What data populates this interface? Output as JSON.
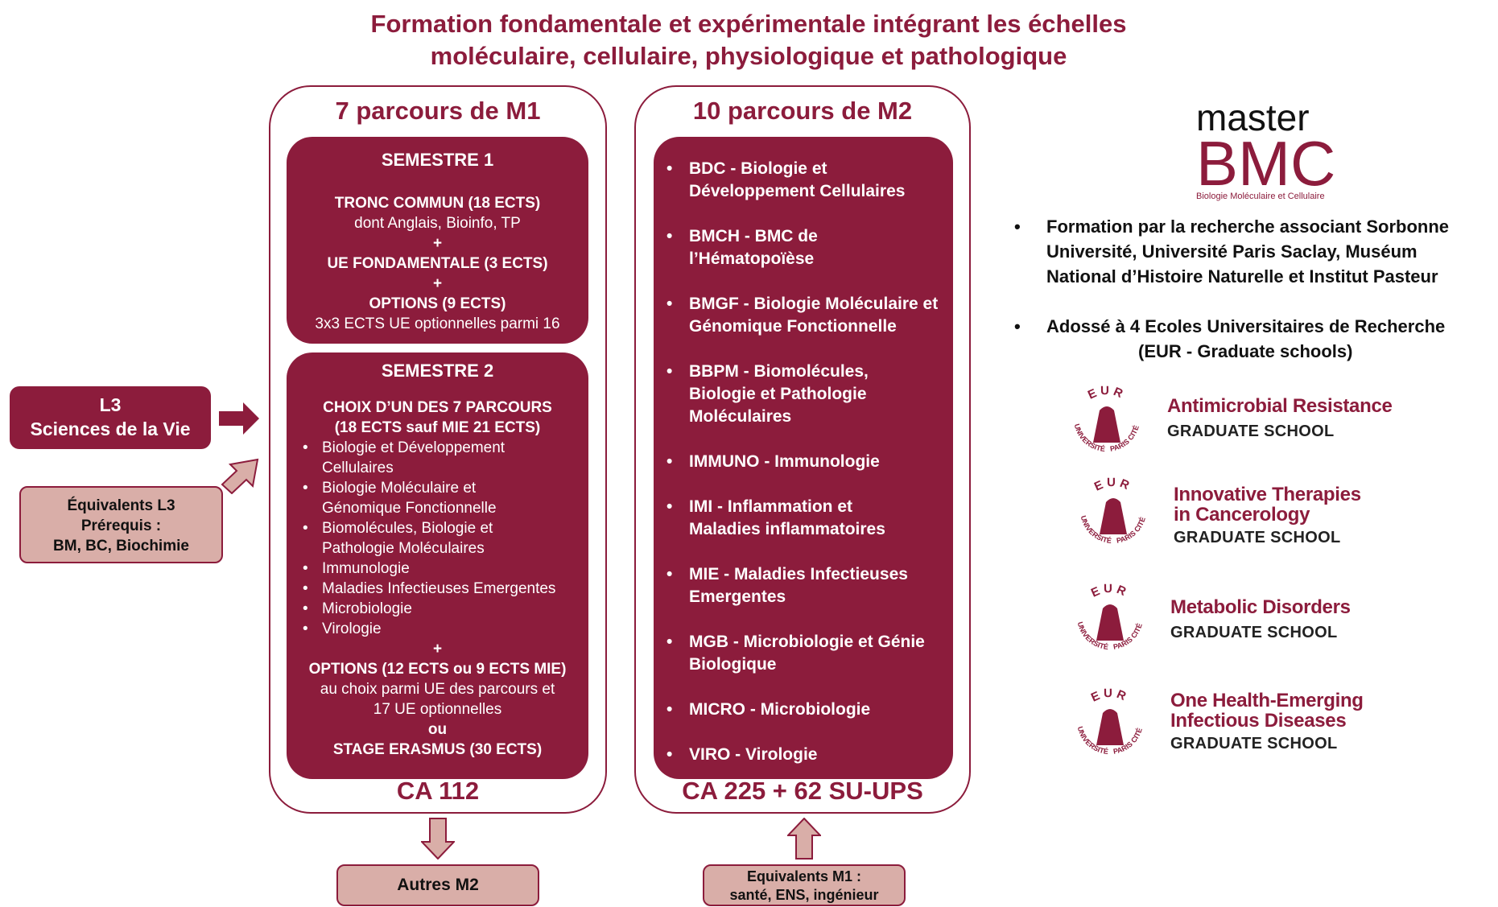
{
  "title": {
    "line1": "Formation fondamentale et expérimentale intégrant les échelles",
    "line2": "moléculaire, cellulaire, physiologique et pathologique"
  },
  "m1": {
    "heading": "7 parcours de M1",
    "footer": "CA 112",
    "semester1": {
      "title": "SEMESTRE 1",
      "lines": [
        "TRONC COMMUN (18 ECTS)",
        "dont Anglais, Bioinfo, TP",
        "+",
        "UE FONDAMENTALE (3 ECTS)",
        "+",
        "OPTIONS (9 ECTS)",
        "3x3 ECTS UE optionnelles parmi 16"
      ]
    },
    "semester2": {
      "title": "SEMESTRE 2",
      "choice_line1": "CHOIX D’UN DES 7 PARCOURS",
      "choice_line2": "(18 ECTS sauf MIE 21 ECTS)",
      "courses": [
        "Biologie et Développement Cellulaires",
        "Biologie Moléculaire et Génomique Fonctionnelle",
        "Biomolécules, Biologie et Pathologie Moléculaires",
        "Immunologie",
        "Maladies Infectieuses Emergentes",
        "Microbiologie",
        "Virologie"
      ],
      "plus": "+",
      "options_title": "OPTIONS (12 ECTS ou 9 ECTS MIE)",
      "options_line1": "au choix parmi UE des parcours et",
      "options_line2": "17 UE optionnelles",
      "or": "ou",
      "erasmus": "STAGE ERASMUS (30 ECTS)"
    }
  },
  "m2": {
    "heading": "10 parcours de M2",
    "footer": "CA 225 + 62 SU-UPS",
    "courses": [
      "BDC - Biologie et Développement Cellulaires",
      "BMCH - BMC de l’Hématopoïèse",
      "BMGF - Biologie Moléculaire et Génomique Fonctionnelle",
      "BBPM - Biomolécules, Biologie et Pathologie Moléculaires",
      "IMMUNO - Immunologie",
      "IMI - Inflammation et Maladies inflammatoires",
      "MIE - Maladies Infectieuses Emergentes",
      "MGB - Microbiologie et Génie Biologique",
      "MICRO - Microbiologie",
      "VIRO - Virologie"
    ]
  },
  "l3": {
    "line1": "L3",
    "line2": "Sciences de la Vie"
  },
  "equiv_l3": {
    "line1": "Équivalents L3",
    "line2": "Prérequis :",
    "line3": "BM, BC, Biochimie"
  },
  "autres_m2": "Autres M2",
  "equiv_m1": {
    "line1": "Equivalents M1 :",
    "line2": "santé, ENS, ingénieur"
  },
  "logo": {
    "master": "master",
    "bmc": "BMC",
    "subtitle": "Biologie Moléculaire et Cellulaire"
  },
  "info": {
    "bullet": "•",
    "item1_lines": [
      "Formation par la recherche associant Sorbonne",
      "Université, Université Paris Saclay, Muséum",
      "National d’Histoire Naturelle et Institut Pasteur"
    ],
    "item2_line1": "Adossé à 4 Ecoles Universitaires de Recherche",
    "item2_line2": "(EUR - Graduate schools)"
  },
  "eur_seal": {
    "top": "EUR",
    "left": "UNIVERSITÉ",
    "right": "PARIS CITÉ"
  },
  "graduate_schools": [
    {
      "name_lines": [
        "Antimicrobial Resistance"
      ],
      "sub": "GRADUATE SCHOOL"
    },
    {
      "name_lines": [
        "Innovative Therapies",
        "in Cancerology"
      ],
      "sub": "GRADUATE SCHOOL"
    },
    {
      "name_lines": [
        "Metabolic Disorders"
      ],
      "sub": "GRADUATE SCHOOL"
    },
    {
      "name_lines": [
        "One Health-Emerging",
        "Infectious Diseases"
      ],
      "sub": "GRADUATE SCHOOL"
    }
  ],
  "colors": {
    "primary": "#8c1c3c",
    "pink": "#d9aea8",
    "arrow_pink": "#d9aea8"
  }
}
